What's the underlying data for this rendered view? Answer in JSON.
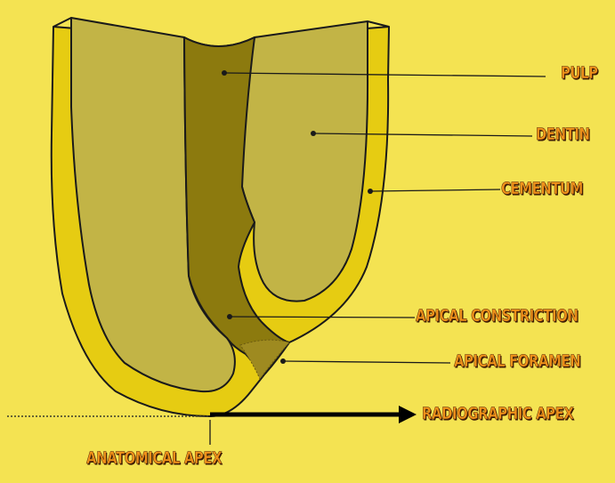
{
  "labels": {
    "pulp": "PULP",
    "dentin": "DENTIN",
    "cementum": "CEMENTUM",
    "apical_constriction": "APICAL CONSTRICTION",
    "apical_foramen": "APICAL FORAMEN",
    "radiographic_apex": "RADIOGRAPHIC APEX",
    "anatomical_apex": "ANATOMICAL APEX"
  },
  "colors": {
    "background": "#f4e352",
    "cementum": "#e6cc12",
    "dentin": "#c2b446",
    "pulp": "#8c7a0e",
    "outline": "#1a1a1a",
    "label_fill": "#f0921a",
    "label_shadow": "#3a1a05"
  }
}
